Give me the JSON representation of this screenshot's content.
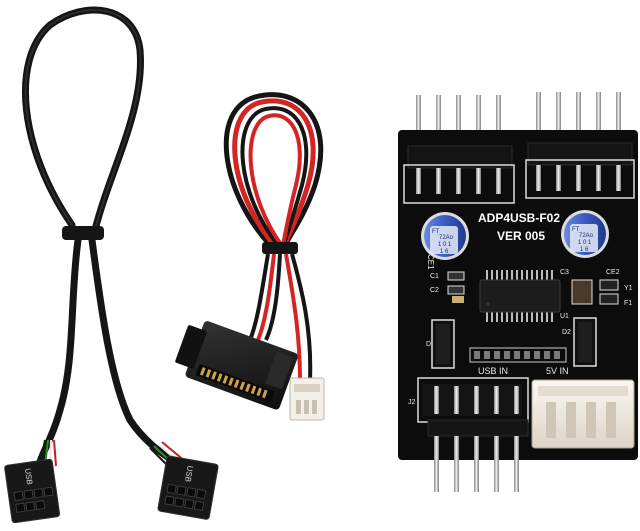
{
  "product_photo": {
    "board": {
      "model": "ADP4USB-F02",
      "version": "VER 005",
      "usb_in_label": "USB IN",
      "power_in_label": "5V IN",
      "capacitor_labels": [
        "FT",
        "72Ao",
        "1 0 1",
        "1 6"
      ],
      "designators": [
        "CE1",
        "C1",
        "C2",
        "C3",
        "CE2",
        "Y1",
        "F1",
        "U1",
        "D1",
        "D2",
        "J2"
      ]
    },
    "usb_cable": {
      "connector_labels": [
        "USB",
        "USB"
      ]
    },
    "colors": {
      "background": "#ffffff",
      "pcb": "#0c0c0c",
      "wire_red": "#d42424",
      "wire_black": "#151515",
      "sata_body": "#1c1c1c",
      "molex_white": "#f2ece4",
      "capacitor_blue": "#3a5fc8"
    }
  }
}
